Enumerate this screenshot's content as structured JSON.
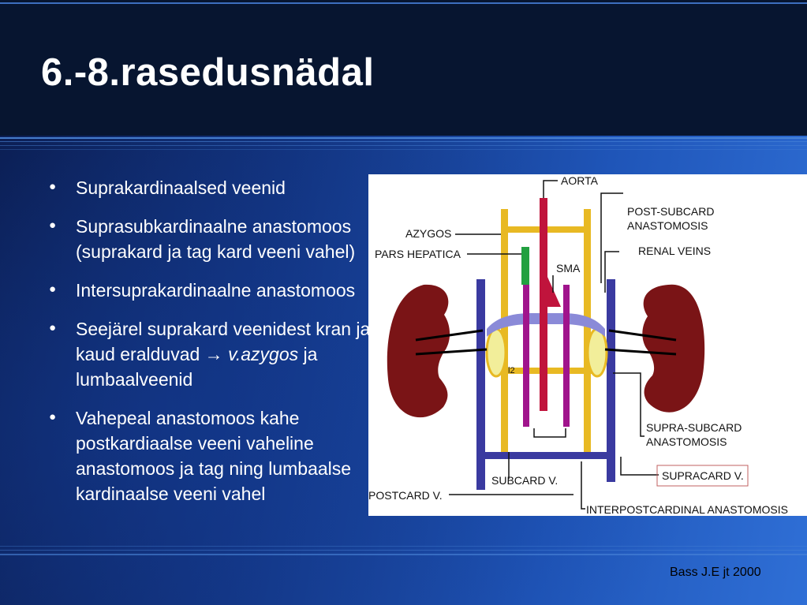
{
  "title": "6.-8.rasedusnädal",
  "bullets": [
    {
      "text": "Suprakardinaalsed veenid"
    },
    {
      "text": "Suprasubkardinaalne anastomoos (suprakard ja tag kard veeni vahel)"
    },
    {
      "text": "Intersuprakardinaalne anastomoos"
    },
    {
      "text_before": "Seejärel suprakard veenidest kran ja kaud eralduvad → ",
      "text_italic": "v.azygos",
      "text_after": " ja lumbaalveenid"
    },
    {
      "text": "Vahepeal anastomoos kahe postkardiaalse veeni vaheline anastomoos ja tag ning lumbaalse kardinaalse veeni vahel"
    }
  ],
  "figure": {
    "labels": {
      "aorta": "AORTA",
      "post_subcard_1": "POST-SUBCARD",
      "post_subcard_2": "ANASTOMOSIS",
      "azygos": "AZYGOS",
      "renal_veins": "RENAL VEINS",
      "pars_hepatica": "PARS HEPATICA",
      "sma": "SMA",
      "supra_subcard_1": "SUPRA-SUBCARD",
      "supra_subcard_2": "ANASTOMOSIS",
      "subcard": "SUBCARD V.",
      "supracard": "SUPRACARD V.",
      "postcard": "POSTCARD V.",
      "interpostcardinal": "INTERPOSTCARDINAL ANASTOMOSIS",
      "small_mark": "l2"
    },
    "colors": {
      "kidney": "#7a1416",
      "aorta": "#c0143c",
      "supracardinal": "#e8b923",
      "subcardinal": "#a0148c",
      "postcardinal": "#3a3aa0",
      "anastomosis": "#8a8ad8",
      "hepatic": "#22a040",
      "ring": "#f2ee9a"
    }
  },
  "caption": "Bass J.E jt 2000"
}
